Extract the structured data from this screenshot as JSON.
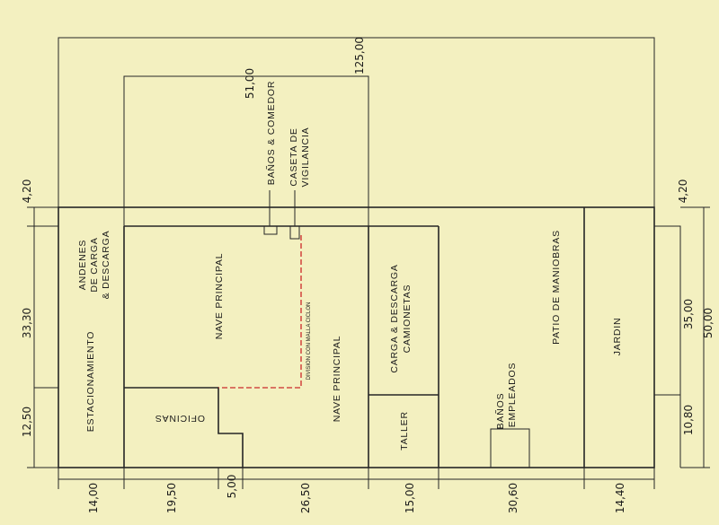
{
  "dimensions": {
    "overall_length": "125,00",
    "building_length": "51,00",
    "overall_width": "50,00",
    "margin_left_top": "4,20",
    "margin_right_top": "4,20",
    "left_upper": "33,30",
    "left_lower": "12,50",
    "right_upper": "35,00",
    "right_lower": "10,80",
    "seg_1": "14,00",
    "seg_2": "19,50",
    "seg_3": "5,00",
    "seg_4": "26,50",
    "seg_5": "15,00",
    "seg_6": "30,60",
    "seg_7": "14,40"
  },
  "rooms": {
    "estacionamiento": "ESTACIONAMIENTO",
    "andenes_1": "ANDENES",
    "andenes_2": "DE CARGA",
    "andenes_3": "& DESCARGA",
    "oficinas": "OFICINAS",
    "nave_principal_1": "NAVE PRINCIPAL",
    "nave_principal_2": "NAVE PRINCIPAL",
    "division": "DIVISION CON MALLA CICLON",
    "banos_comedor": "BAÑOS & COMEDOR",
    "caseta_1": "CASETA DE",
    "caseta_2": "VIGILANCIA",
    "carga_1": "CARGA & DESCARGA",
    "carga_2": "CAMIONETAS",
    "taller": "TALLER",
    "banos_emp_1": "BAÑOS",
    "banos_emp_2": "EMPLEADOS",
    "patio": "PATIO DE MANIOBRAS",
    "jardin": "JARDIN"
  },
  "colors": {
    "background": "#f3f0c0",
    "line": "#262626",
    "division_line": "#cc2a2a"
  }
}
